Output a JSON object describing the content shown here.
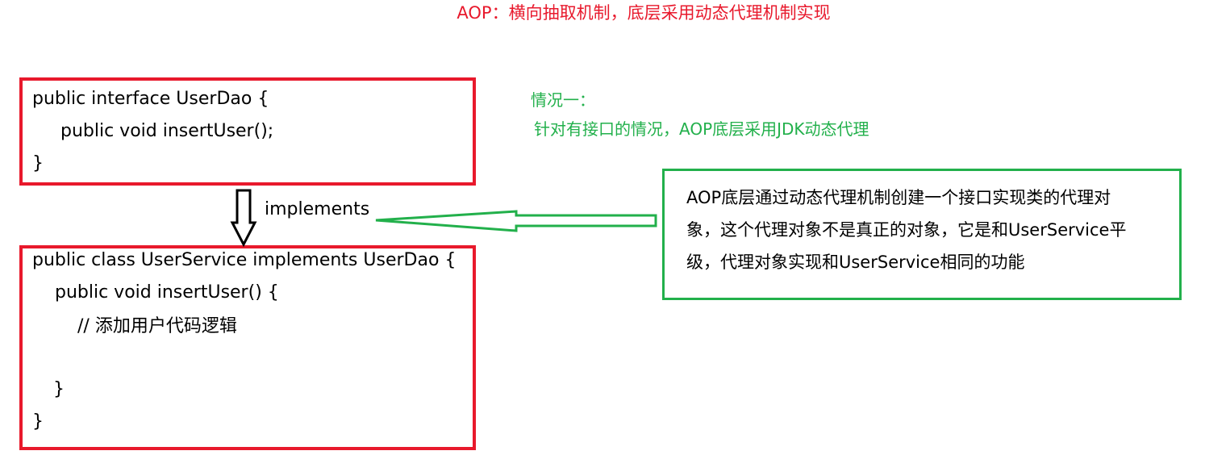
{
  "title": {
    "text": "AOP：横向抽取机制，底层采用动态代理机制实现",
    "color": "#e8192c"
  },
  "interface_box": {
    "border_color": "#e8192c",
    "lines": [
      "public interface UserDao {",
      "public void insertUser();",
      "}"
    ]
  },
  "relation": {
    "label": "implements",
    "arrow_icon": "hollow-down-arrow-icon"
  },
  "class_box": {
    "border_color": "#e8192c",
    "lines": [
      "public class UserService implements UserDao {",
      "public void insertUser() {",
      "// 添加用户代码逻辑",
      "}",
      "}"
    ]
  },
  "case": {
    "color": "#22b04b",
    "heading": "情况一：",
    "text": "针对有接口的情况，AOP底层采用JDK动态代理"
  },
  "note": {
    "border_color": "#22b04b",
    "lines": [
      "AOP底层通过动态代理机制创建一个接口实现类的代理对",
      "象，这个代理对象不是真正的对象，它是和UserService平",
      "级，代理对象实现和UserService相同的功能"
    ],
    "arrow_icon": "hollow-left-arrow-icon"
  }
}
